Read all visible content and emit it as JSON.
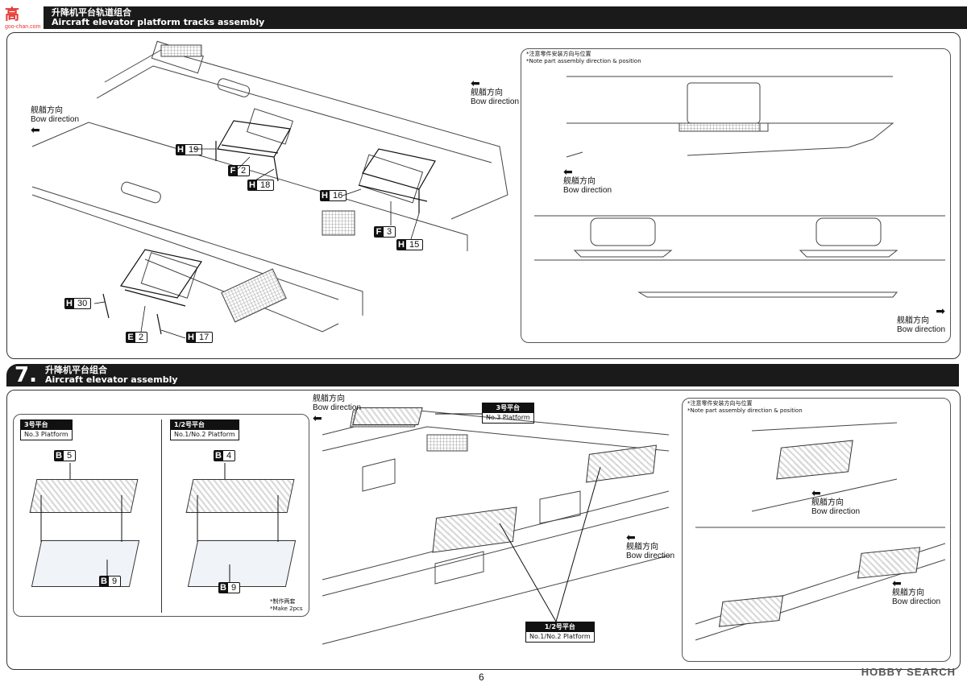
{
  "logo": {
    "text": "高",
    "sub": "goo-chan.com"
  },
  "step6": {
    "title_zh": "升降机平台轨道组合",
    "title_en": "Aircraft elevator platform tracks assembly",
    "parts": [
      "H 19",
      "F 2",
      "H 18",
      "H 16",
      "F 3",
      "H 15",
      "H 30",
      "E 2",
      "H 17"
    ],
    "bow_left": {
      "zh": "舰艏方向",
      "en": "Bow direction"
    },
    "bow_right": {
      "zh": "舰艏方向",
      "en": "Bow direction"
    },
    "note_zh": "*注意零件安装方向与位置",
    "note_en": "*Note part assembly direction & position",
    "inset_bow1": {
      "zh": "舰艏方向",
      "en": "Bow direction"
    },
    "inset_bow2": {
      "zh": "舰艏方向",
      "en": "Bow direction"
    }
  },
  "step7": {
    "number": "7.",
    "title_zh": "升降机平台组合",
    "title_en": "Aircraft elevator assembly",
    "p3_zh": "3号平台",
    "p3_en": "No.3 Platform",
    "p12_zh": "1/2号平台",
    "p12_en": "No.1/No.2 Platform",
    "parts_left": [
      "B 5",
      "B 9"
    ],
    "parts_right": [
      "B 4",
      "B 9"
    ],
    "make_zh": "*制作两套",
    "make_en": "*Make 2pcs",
    "bow_a": {
      "zh": "舰艏方向",
      "en": "Bow direction"
    },
    "bow_b": {
      "zh": "舰艏方向",
      "en": "Bow direction"
    },
    "call3_zh": "3号平台",
    "call3_en": "No.3 Platform",
    "call12_zh": "1/2号平台",
    "call12_en": "No.1/No.2 Platform",
    "note_zh": "*注意零件安装方向与位置",
    "note_en": "*Note part assembly direction & position",
    "inset_bow1": {
      "zh": "舰艏方向",
      "en": "Bow direction"
    },
    "inset_bow2": {
      "zh": "舰艏方向",
      "en": "Bow direction"
    }
  },
  "page_number": "6",
  "watermark": "HOBBY SEARCH"
}
